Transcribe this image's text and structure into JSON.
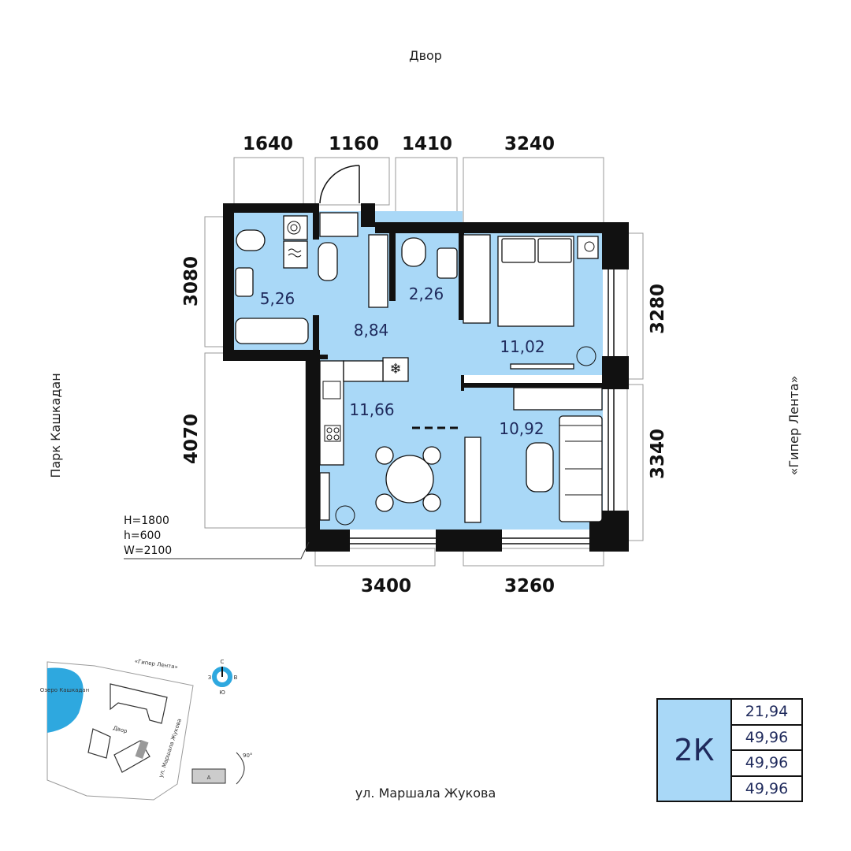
{
  "surroundings": {
    "top": "Двор",
    "left": "Парк Кашкадан",
    "right": "«Гипер Лента»",
    "bottom": "ул. Маршала Жукова"
  },
  "dimensions": {
    "top": [
      "1640",
      "1160",
      "1410",
      "3240"
    ],
    "left": [
      "3080",
      "4070"
    ],
    "right": [
      "3280",
      "3340"
    ],
    "bottom": [
      "3400",
      "3260"
    ]
  },
  "rooms": {
    "bathroom": "5,26",
    "hall": "8,84",
    "toilet": "2,26",
    "bedroom": "11,02",
    "kitchen": "11,66",
    "living": "10,92"
  },
  "window_spec": [
    "H=1800",
    "h=600",
    "W=2100"
  ],
  "compass": {
    "north": "С",
    "south": "Ю",
    "west": "З",
    "east": "В"
  },
  "site_plan": {
    "lake": "Озеро Кашкадан",
    "store": "«Гипер Лента»",
    "yard": "Двор",
    "street": "ул. Маршала Жукова",
    "angle": "90°",
    "section": "А"
  },
  "summary": {
    "type": "2К",
    "values": [
      "21,94",
      "49,96",
      "49,96",
      "49,96"
    ]
  },
  "colors": {
    "room_fill": "#a9d8f7",
    "wall": "#111111",
    "text": "#1f2a5c"
  }
}
